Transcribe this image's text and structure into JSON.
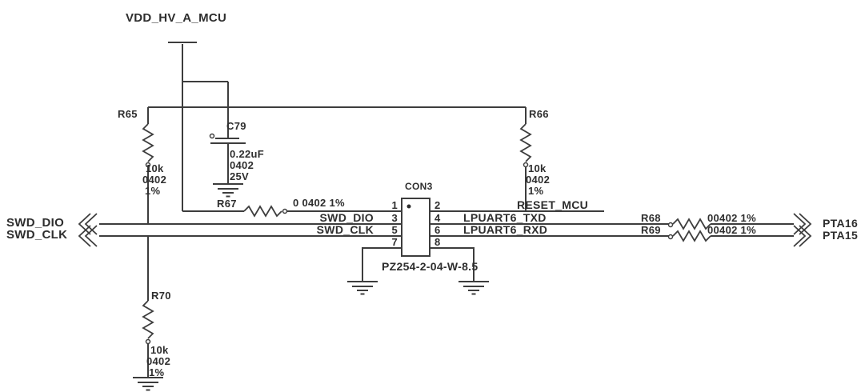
{
  "power": {
    "net": "VDD_HV_A_MCU"
  },
  "ports": {
    "swd_dio": "SWD_DIO",
    "swd_clk": "SWD_CLK",
    "pta16": "PTA16",
    "pta15": "PTA15"
  },
  "nets": {
    "swd_dio": "SWD_DIO",
    "swd_clk": "SWD_CLK",
    "reset": "RESET_MCU",
    "txd": "LPUART6_TXD",
    "rxd": "LPUART6_RXD"
  },
  "resistors": {
    "r65": {
      "ref": "R65",
      "value": "10k",
      "package": "0402",
      "tolerance": "1%"
    },
    "r66": {
      "ref": "R66",
      "value": "10k",
      "package": "0402",
      "tolerance": "1%"
    },
    "r70": {
      "ref": "R70",
      "value": "10k",
      "package": "0402",
      "tolerance": "1%"
    },
    "r67": {
      "ref": "R67",
      "spec": "0 0402 1%"
    },
    "r68": {
      "ref": "R68",
      "spec": "00402 1%"
    },
    "r69": {
      "ref": "R69",
      "spec": "00402 1%"
    }
  },
  "capacitors": {
    "c79": {
      "ref": "C79",
      "value": "0.22uF",
      "package": "0402",
      "voltage": "25V"
    }
  },
  "connector": {
    "ref": "CON3",
    "part": "PZ254-2-04-W-8.5",
    "pins": [
      "1",
      "2",
      "3",
      "4",
      "5",
      "6",
      "7",
      "8"
    ]
  },
  "colors": {
    "wire": "#3d3d3d",
    "text": "#2e2e2e",
    "background": "#ffffff"
  }
}
